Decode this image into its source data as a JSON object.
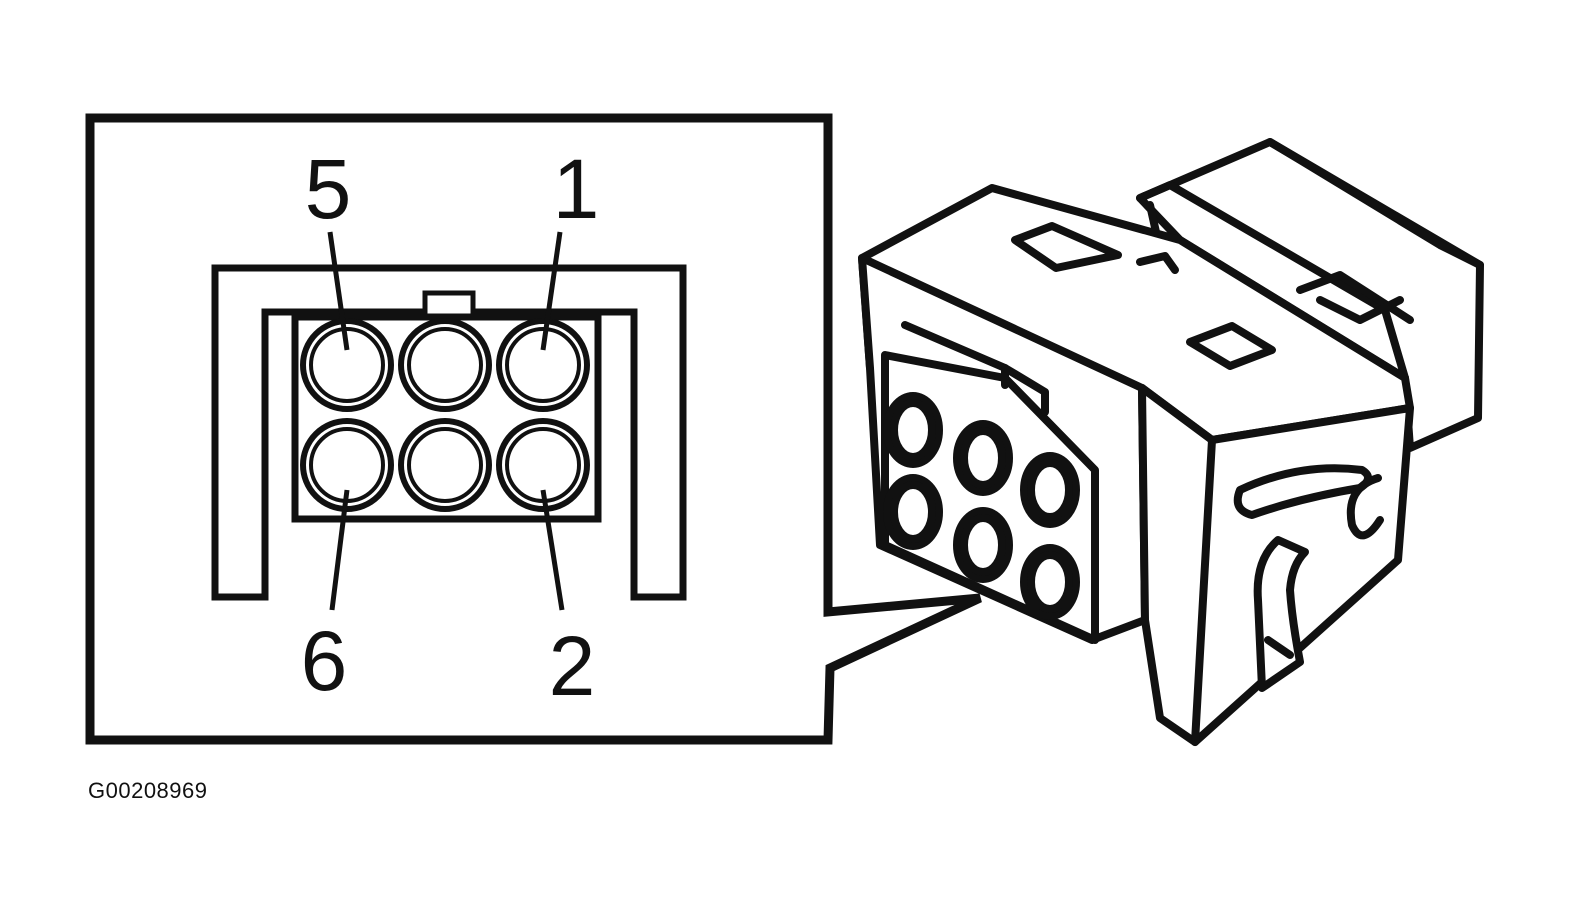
{
  "figure": {
    "id": "G00208969"
  },
  "pin_labels": {
    "top_left": "5",
    "top_right": "1",
    "bottom_left": "6",
    "bottom_right": "2"
  },
  "colors": {
    "ink": "#111111",
    "paper": "#ffffff"
  }
}
